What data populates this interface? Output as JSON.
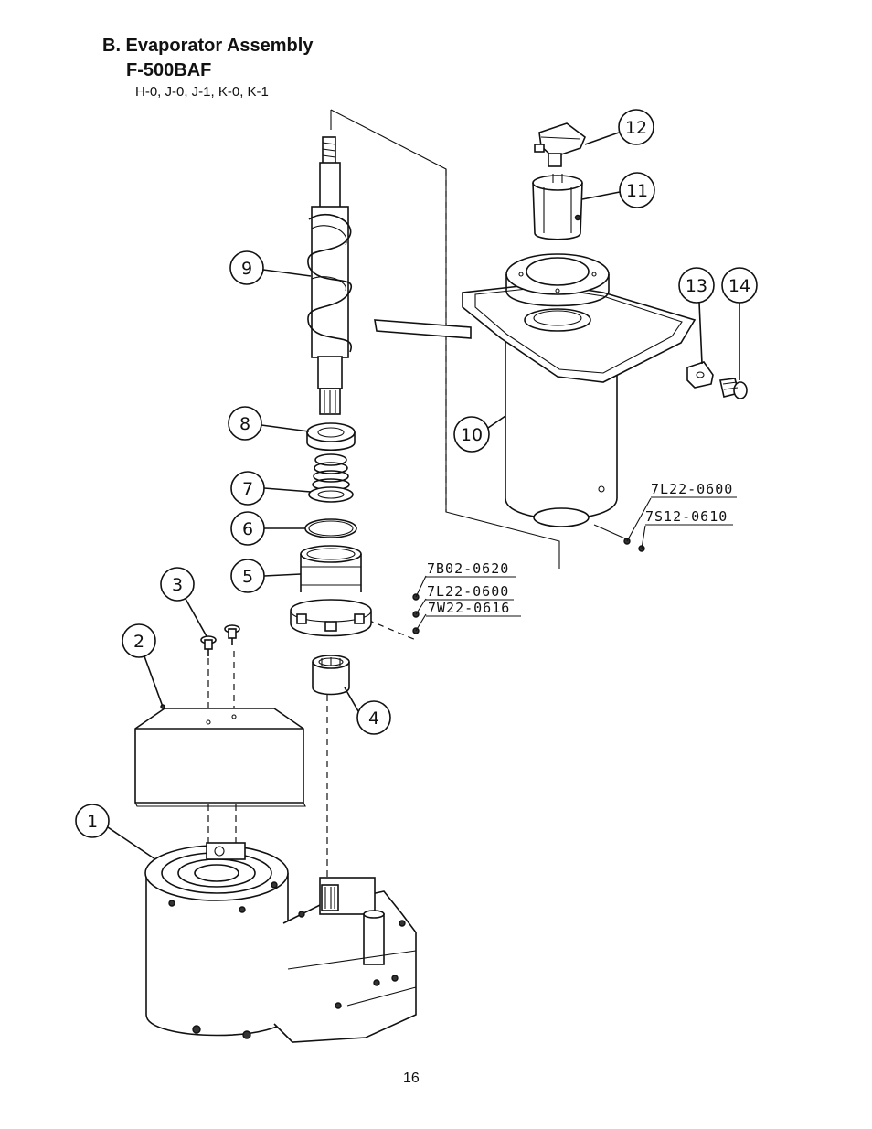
{
  "header": {
    "title_line1": "B. Evaporator Assembly",
    "title_line2": "F-500BAF",
    "variants": "H-0, J-0, J-1, K-0, K-1"
  },
  "callouts": {
    "c1": "1",
    "c2": "2",
    "c3": "3",
    "c4": "4",
    "c5": "5",
    "c6": "6",
    "c7": "7",
    "c8": "8",
    "c9": "9",
    "c10": "10",
    "c11": "11",
    "c12": "12",
    "c13": "13",
    "c14": "14"
  },
  "part_numbers": {
    "lower": [
      "7B02-0620",
      "7L22-0600",
      "7W22-0616"
    ],
    "upper": [
      "7L22-0600",
      "7S12-0610"
    ]
  },
  "footer": {
    "page_number": "16"
  }
}
